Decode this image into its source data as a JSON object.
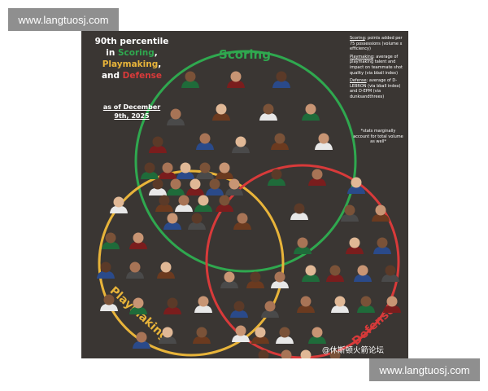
{
  "watermarks": {
    "top": "www.langtuosj.com",
    "bottom": "www.langtuosj.com"
  },
  "title": {
    "line1": "90th percentile",
    "line2_prefix": "in ",
    "scoring": "Scoring",
    "comma1": ",",
    "playmaking": "Playmaking",
    "comma2": ",",
    "and": "and ",
    "defense": "Defense",
    "asof_line1": "as of December",
    "asof_line2": "9th, 2025"
  },
  "circle_labels": {
    "scoring": "Scoring",
    "playmaking": "Playmaking",
    "defense": "Defense"
  },
  "notes": {
    "scoring_term": "Scoring",
    "scoring_def": ": points added per 75 possessions (volume x efficiency)",
    "playmaking_term": "Playmaking",
    "playmaking_def": ": average of playmaking talent and impact on teammate shot quality (via bball index)",
    "defense_term": "Defense",
    "defense_def": ": average of D-LEBRON (via bball index) and D-EPM (via dunksandthrees)",
    "footnote": "*stats marginally account for total volume as well*"
  },
  "credit": "@休斯顿火箭论坛",
  "colors": {
    "scoring": "#2fa84f",
    "playmaking": "#e8b43a",
    "defense": "#d83a3a",
    "board": "#3a3633",
    "watermark": "#8f8f8f"
  }
}
